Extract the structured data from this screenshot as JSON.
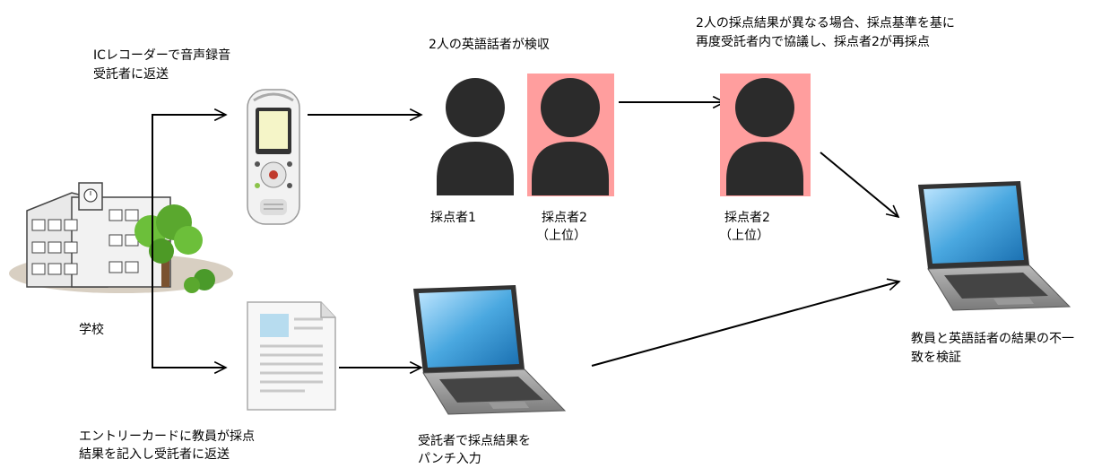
{
  "labels": {
    "ic_recorder_line1": "ICレコーダーで音声録音",
    "ic_recorder_line2": "受託者に返送",
    "native_check": "2人の英語話者が検収",
    "rescore_line1": "2人の採点結果が異なる場合、採点基準を基に",
    "rescore_line2": "再度受託者内で協議し、採点者2が再採点",
    "scorer1": "採点者1",
    "scorer2_a": "採点者2",
    "scorer2_a_sub": "（上位）",
    "scorer2_b": "採点者2",
    "scorer2_b_sub": "（上位）",
    "school": "学校",
    "entry_card_line1": "エントリーカードに教員が採点",
    "entry_card_line2": "結果を記入し受託者に返送",
    "punch_line1": "受託者で採点結果を",
    "punch_line2": "パンチ入力",
    "verify_line1": "教員と英語話者の結果の不一",
    "verify_line2": "致を検証"
  },
  "colors": {
    "highlight": "#ff9e9e",
    "person": "#2b2b2b",
    "screen": "#4aa8e0"
  }
}
